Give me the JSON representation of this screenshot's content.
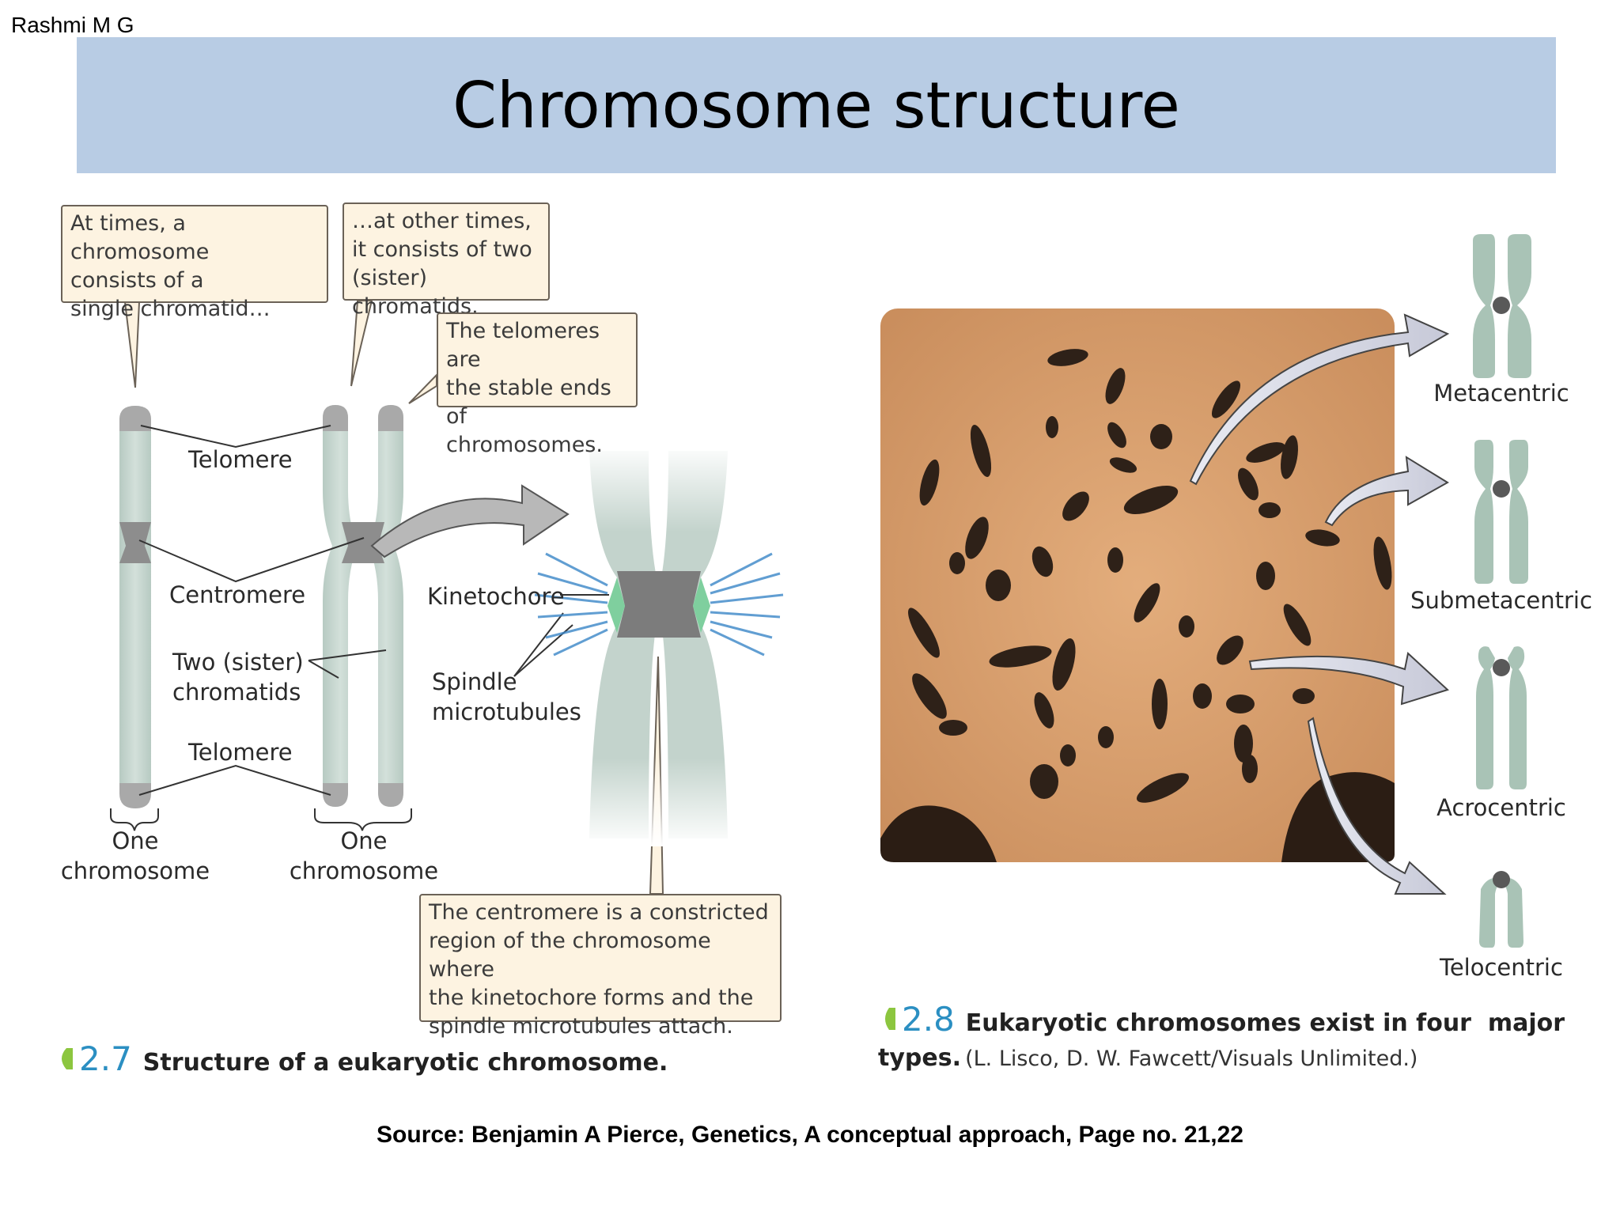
{
  "header": {
    "author": "Rashmi M G",
    "title": "Chromosome structure"
  },
  "figure_left": {
    "callout_single": "At times, a chromosome consists of a single chromatid…",
    "callout_single_lines": [
      "At times, a chromosome",
      "consists of a",
      "single chromatid…"
    ],
    "callout_two_lines": [
      "…at other times,",
      "it consists of two",
      "(sister) chromatids."
    ],
    "callout_telomeres_lines": [
      "The telomeres are",
      "the stable ends",
      "of chromosomes."
    ],
    "callout_centromere_lines": [
      "The centromere is a constricted",
      "region of the chromosome where",
      "the kinetochore forms and the",
      "spindle microtubules attach."
    ],
    "labels": {
      "telomere_top": "Telomere",
      "centromere": "Centromere",
      "sister_line1": "Two (sister)",
      "sister_line2": "chromatids",
      "telomere_bottom": "Telomere",
      "kinetochore": "Kinetochore",
      "spindle_line1": "Spindle",
      "spindle_line2": "microtubules",
      "one_a": "One",
      "chromosome_a": "chromosome",
      "one_b": "One",
      "chromosome_b": "chromosome"
    },
    "fig_number": "2.7",
    "fig_caption": "Structure of a eukaryotic chromosome."
  },
  "figure_right": {
    "types": [
      "Metacentric",
      "Submetacentric",
      "Acrocentric",
      "Telocentric"
    ],
    "fig_number": "2.8",
    "fig_caption_bold_1": "Eukaryotic chromosomes exist in four  major",
    "fig_caption_bold_2": "types.",
    "fig_credit": "(L. Lisco, D. W. Fawcett/Visuals Unlimited.)"
  },
  "footer": {
    "source": "Source: Benjamin A Pierce, Genetics, A conceptual approach, Page no. 21,22"
  },
  "colors": {
    "title_band": "#b8cce4",
    "chromatid": "#c3d3cc",
    "telomere": "#a9a9a9",
    "kinetochore": "#7fcf9e",
    "spindle": "#3a86c8",
    "callout_bg": "#fdf3e1",
    "photo_bg": "#d9a070",
    "fig_number": "#2b8fc2"
  }
}
